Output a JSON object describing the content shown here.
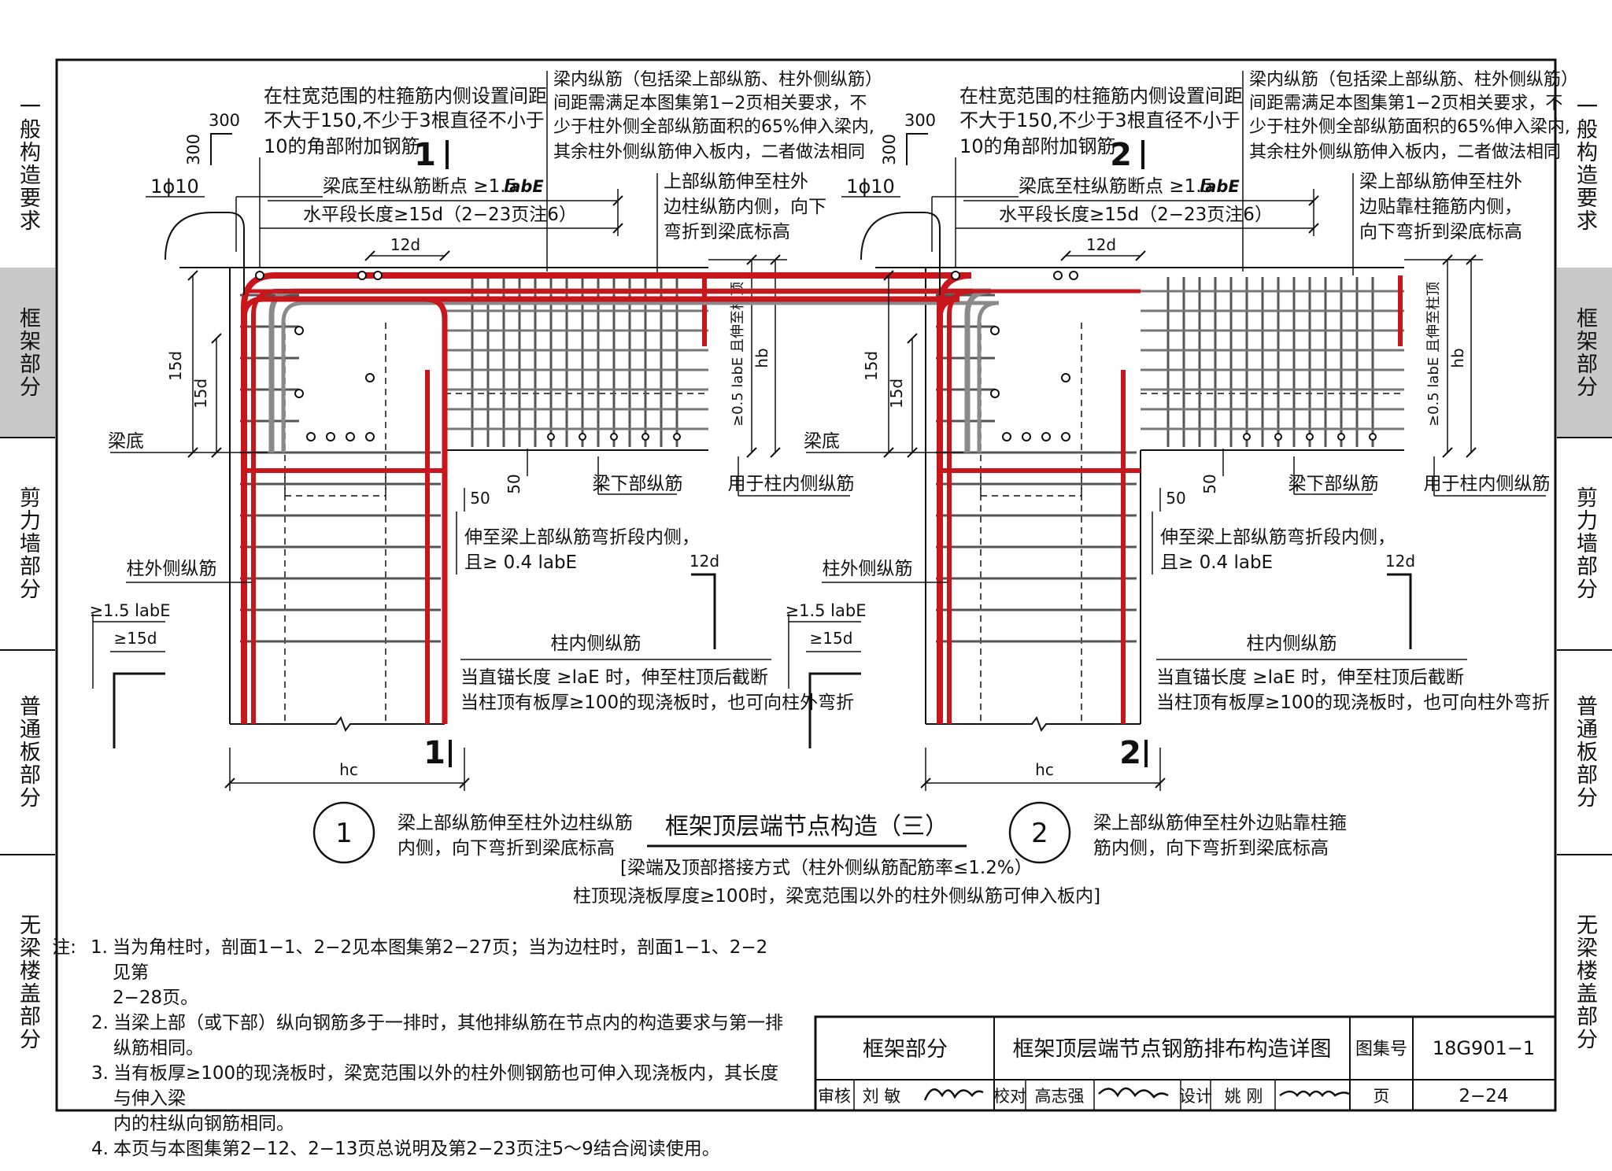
{
  "side_tabs_left": [
    "一般构造要求",
    "框架部分",
    "剪力墙部分",
    "普通板部分",
    "无梁楼盖部分"
  ],
  "side_tabs_right": [
    "一般构造要求",
    "框架部分",
    "剪力墙部分",
    "普通板部分",
    "无梁楼盖部分"
  ],
  "active_tab_index": 1,
  "colors": {
    "rebar_red": "#c8161d",
    "rebar_gray": "#8a8a8a",
    "line": "#111111",
    "active_tab": "#c8c8c8"
  },
  "detail1": {
    "section_top": "1",
    "section_bottom": "1",
    "dim_300": "300",
    "dim_300v": "300",
    "bar_1phi10": "1ϕ10",
    "note_corner": [
      "在柱宽范围的柱箍筋内侧设置间距",
      "不大于150,不少于3根直径不小于",
      "10的角部附加钢筋"
    ],
    "note_beam_top": [
      "梁内纵筋（包括梁上部纵筋、柱外侧纵筋）",
      "间距需满足本图集第1−2页相关要求，不",
      "少于柱外侧全部纵筋面积的65%伸入梁内,",
      "其余柱外侧纵筋伸入板内，二者做法相同"
    ],
    "beam_bottom_to_cut": "梁底至柱纵筋断点 ≥1.5",
    "labE": "labE",
    "horiz_len": "水平段长度≥15d（2−23页注6）",
    "dim_12d": "12d",
    "top_bar_note": [
      "上部纵筋伸至柱外",
      "边柱纵筋内侧，向下",
      "弯折到梁底标高"
    ],
    "dim_15d_a": "15d",
    "dim_15d_b": "15d",
    "beam_bottom": "梁底",
    "hb": "hb",
    "anchor_note": "≥0.5 labE 且伸至柱顶",
    "beam_bottom_bars": "梁下部纵筋",
    "inner_bars_use": "用于柱内侧纵筋",
    "dim_50a": "50",
    "dim_50b": "50",
    "extend_note": [
      "伸至梁上部纵筋弯折段内侧，",
      "且≥ 0.4 labE"
    ],
    "outer_col_bars": "柱外侧纵筋",
    "dim_12d_b": "12d",
    "ge15labE": "≥1.5 labE",
    "ge15d": "≥15d",
    "inner_col_bars": "柱内侧纵筋",
    "inner_note": [
      "当直锚长度 ≥laE 时，伸至柱顶后截断",
      "当柱顶有板厚≥100的现浇板时，也可向柱外弯折"
    ],
    "hc": "hc",
    "circle": "1",
    "caption": [
      "梁上部纵筋伸至柱外边柱纵筋",
      "内侧，向下弯折到梁底标高"
    ]
  },
  "detail2": {
    "section_top": "2",
    "section_bottom": "2",
    "dim_300": "300",
    "dim_300v": "300",
    "bar_1phi10": "1ϕ10",
    "note_corner": [
      "在柱宽范围的柱箍筋内侧设置间距",
      "不大于150,不少于3根直径不小于",
      "10的角部附加钢筋"
    ],
    "note_beam_top": [
      "梁内纵筋（包括梁上部纵筋、柱外侧纵筋）",
      "间距需满足本图集第1−2页相关要求，不",
      "少于柱外侧全部纵筋面积的65%伸入梁内,",
      "其余柱外侧纵筋伸入板内，二者做法相同"
    ],
    "beam_bottom_to_cut": "梁底至柱纵筋断点 ≥1.5",
    "labE": "labE",
    "horiz_len": "水平段长度≥15d（2−23页注6）",
    "dim_12d": "12d",
    "top_bar_note": [
      "梁上部纵筋伸至柱外",
      "边贴靠柱箍筋内侧，",
      "向下弯折到梁底标高"
    ],
    "dim_15d_a": "15d",
    "dim_15d_b": "15d",
    "beam_bottom": "梁底",
    "hb": "hb",
    "anchor_note": "≥0.5 labE 且伸至柱顶",
    "beam_bottom_bars": "梁下部纵筋",
    "inner_bars_use": "用于柱内侧纵筋",
    "dim_50a": "50",
    "dim_50b": "50",
    "extend_note": [
      "伸至梁上部纵筋弯折段内侧，",
      "且≥ 0.4 labE"
    ],
    "outer_col_bars": "柱外侧纵筋",
    "dim_12d_b": "12d",
    "ge15labE": "≥1.5 labE",
    "ge15d": "≥15d",
    "inner_col_bars": "柱内侧纵筋",
    "inner_note": [
      "当直锚长度 ≥laE 时，伸至柱顶后截断",
      "当柱顶有板厚≥100的现浇板时，也可向柱外弯折"
    ],
    "hc": "hc",
    "circle": "2",
    "caption": [
      "梁上部纵筋伸至柱外边贴靠柱箍",
      "筋内侧，向下弯折到梁底标高"
    ]
  },
  "center_title": "框架顶层端节点构造（三）",
  "center_sub1": "[梁端及顶部搭接方式（柱外侧纵筋配筋率≤1.2%）",
  "center_sub2": "柱顶现浇板厚度≥100时，梁宽范围以外的柱外侧纵筋可伸入板内]",
  "notes_label": "注:",
  "notes": [
    {
      "n": "1.",
      "lines": [
        "当为角柱时，剖面1−1、2−2见本图集第2−27页；当为边柱时，剖面1−1、2−2见第",
        "2−28页。"
      ]
    },
    {
      "n": "2.",
      "lines": [
        "当梁上部（或下部）纵向钢筋多于一排时，其他排纵筋在节点内的构造要求与第一排纵筋相同。"
      ]
    },
    {
      "n": "3.",
      "lines": [
        "当有板厚≥100的现浇板时，梁宽范围以外的柱外侧钢筋也可伸入现浇板内，其长度与伸入梁",
        "内的柱纵向钢筋相同。"
      ]
    },
    {
      "n": "4.",
      "lines": [
        "本页与本图集第2−12、2−13页总说明及第2−23页注5～9结合阅读使用。"
      ]
    }
  ],
  "title_block": {
    "section": "框架部分",
    "title": "框架顶层端节点钢筋排布构造详图",
    "atlas_label": "图集号",
    "atlas_no": "18G901−1",
    "review_label": "审核",
    "reviewer": "刘  敏",
    "check_label": "校对",
    "checker": "高志强",
    "design_label": "设计",
    "designer": "姚  刚",
    "page_label": "页",
    "page_no": "2−24"
  }
}
